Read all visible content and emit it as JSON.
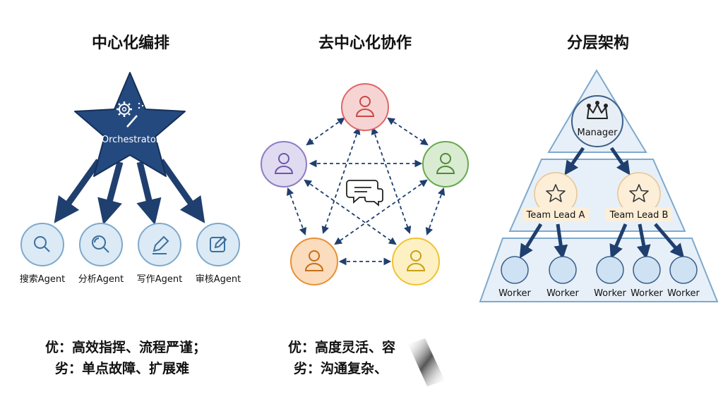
{
  "columns": {
    "centralized": {
      "title": "中心化编排",
      "orchestrator_label": "Orchestrator",
      "agents": [
        "搜索Agent",
        "分析Agent",
        "写作Agent",
        "审核Agent"
      ],
      "pros": "优：高效指挥、流程严谨；",
      "cons": "劣：单点故障、扩展难"
    },
    "decentralized": {
      "title": "去中心化协作",
      "node_colors": [
        "#e06666",
        "#6aa84f",
        "#f1c232",
        "#e69138",
        "#8e7cc3"
      ],
      "pros": "优：高度灵活、容",
      "cons": "劣：沟通复杂、"
    },
    "hierarchical": {
      "title": "分层架构",
      "manager_label": "Manager",
      "team_leads": [
        "Team Lead A",
        "Team Lead B"
      ],
      "workers": [
        "Worker",
        "Worker",
        "Worker",
        "Worker",
        "Worker"
      ]
    }
  },
  "colors": {
    "navy": "#1f3f6e",
    "light_blue_fill": "#dbeaf5",
    "light_blue_stroke": "#7fa9cc",
    "cream_fill": "#fdeed8"
  }
}
